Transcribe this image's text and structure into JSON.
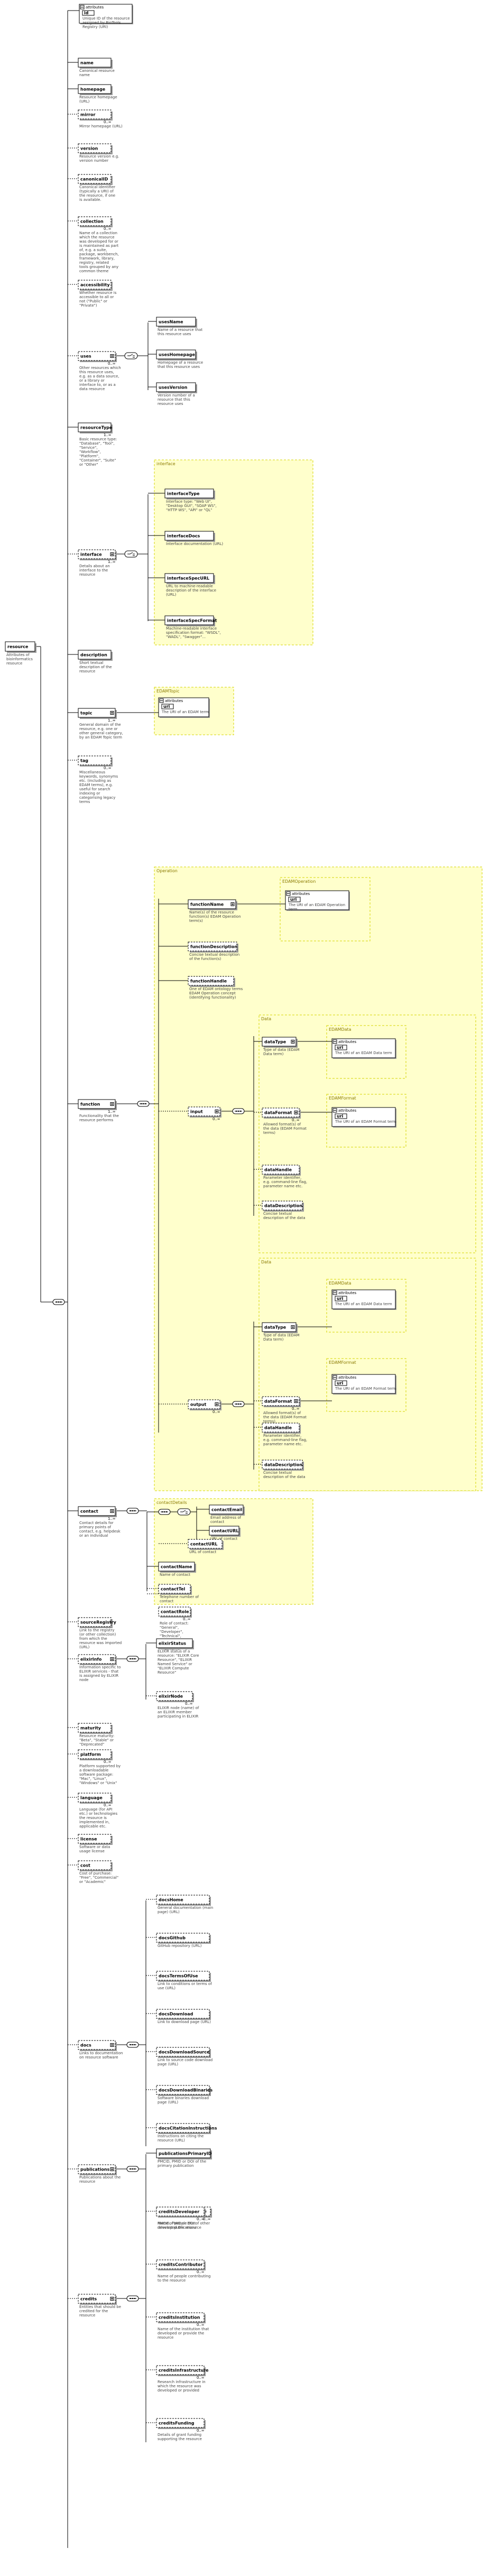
{
  "root": {
    "name": "resource",
    "doc": "Attributes of bioinformatics resource"
  },
  "attributes_label": "attributes",
  "top_attr": {
    "name": "id",
    "doc": "Unique ID of the resource assigned by BioTools Registry (URI)"
  },
  "elements": {
    "name": {
      "name": "name",
      "doc": "Canonical resource name"
    },
    "homepage": {
      "name": "homepage",
      "doc": "Resource homepage (URL)"
    },
    "mirror": {
      "name": "mirror",
      "doc": "Mirror homepage (URL)",
      "card": "0..∞"
    },
    "version": {
      "name": "version",
      "doc": "Resource version e.g. version number"
    },
    "canonicalID": {
      "name": "canonicalID",
      "doc": "Canonical identifier (typically a URI) of the resource, if one is available."
    },
    "collection": {
      "name": "collection",
      "doc": "Name of a collection which the resource was developed for or is maintained as part of, e.g. a suite, package, workbench, framework, library, registry, related tools grouped by any common theme",
      "card": "0..∞"
    },
    "accessibility": {
      "name": "accessibility",
      "doc": "Whether resource is accessible to all or not (\"Public\" or \"Private\")"
    },
    "uses": {
      "name": "uses",
      "doc": "Other resources which this resource uses, e.g. as a data source, or a library or interface to, or as a data resource",
      "card": "0..∞"
    },
    "resourceType": {
      "name": "resourceType",
      "doc": "Basic resource type: \"Database\", \"Tool\", \"Service\", \"Workflow\", \"Platform\", \"Container\", \"Suite\" or \"Other\"",
      "card": "1..∞"
    },
    "interface": {
      "name": "interface",
      "doc": "Details about an interface to the resource",
      "card": "1..∞"
    },
    "description": {
      "name": "description",
      "doc": "Short textual description of the resource"
    },
    "topic": {
      "name": "topic",
      "doc": "General domain of the resource, e.g. one or other general category, by an EDAM Topic term",
      "card": "1..∞"
    },
    "tag": {
      "name": "tag",
      "doc": "Miscellaneous keywords, synonyms etc. (including as EDAM terms), e.g. useful for search indexing or categorising legacy terms",
      "card": "0..∞"
    },
    "function": {
      "name": "function",
      "doc": "Functionality that the resource performs",
      "card": "1..∞"
    },
    "contact": {
      "name": "contact",
      "doc": "Contact details for primary points of contact, e.g. helpdesk or an individual",
      "card": "1..∞"
    },
    "sourceRegistry": {
      "name": "sourceRegistry",
      "doc": "Link to the registry (or other collection) from which the resource was imported (URL)"
    },
    "elixirInfo": {
      "name": "elixirInfo",
      "doc": "Information specific to ELIXIR services - that is assigned by ELIXIR node"
    },
    "maturity": {
      "name": "maturity",
      "doc": "Resource maturity: \"Beta\", \"Stable\" or \"Deprecated\""
    },
    "platform": {
      "name": "platform",
      "doc": "Platform supported by a downloadable software package: \"Mac\", \"Linux\", \"Windows\" or \"Unix\"",
      "card": "0..∞"
    },
    "language": {
      "name": "language",
      "doc": "Language (for API etc.) or technologies the resource is implemented in, applicable etc.",
      "card": "0..∞"
    },
    "license": {
      "name": "license",
      "doc": "Software or data usage license"
    },
    "cost": {
      "name": "cost",
      "doc": "Cost of purchase: \"Free\", \"Commercial\" or \"Academic\""
    },
    "docs": {
      "name": "docs",
      "doc": "Links to documentation on resource software"
    },
    "publications": {
      "name": "publications",
      "doc": "Publications about the resource"
    },
    "credits": {
      "name": "credits",
      "doc": "Entities that should be credited for the resource"
    }
  },
  "uses_children": [
    {
      "name": "usesName",
      "doc": "Name of a resource that this resource uses"
    },
    {
      "name": "usesHomepage",
      "doc": "Homepage of a resource that this resource uses"
    },
    {
      "name": "usesVersion",
      "doc": "Version number of a resource that this resource uses"
    }
  ],
  "interface_group": {
    "label": "interface",
    "children": [
      {
        "name": "interfaceType",
        "doc": "Interface type: \"Web UI\", \"Desktop GUI\", \"SOAP WS\", \"HTTP WS\", \"API\" or \"QL\""
      },
      {
        "name": "interfaceDocs",
        "doc": "Interface documentation (URL)"
      },
      {
        "name": "interfaceSpecURL",
        "doc": "URL to machine-readable description of the interface (URL)"
      },
      {
        "name": "interfaceSpecFormat",
        "doc": "Machine-readable interface specification format: \"WSDL\", \"WADL\", \"Swagger\"..."
      }
    ]
  },
  "topic_group": {
    "label": "EDAMTopic",
    "attr": "uri",
    "attr_doc": "The URI of an EDAM term"
  },
  "operation_group": {
    "label": "Operation",
    "edam_label": "EDAMOperation",
    "attr": "uri",
    "attr_doc": "The URI of an EDAM Operation term",
    "functionName": {
      "name": "functionName",
      "doc": "Name(s) of the resource function(s) EDAM Operation term(s)"
    },
    "functionDescription": {
      "name": "functionDescription",
      "doc": "Concise textual description of the function(s)"
    },
    "functionHandle": {
      "name": "functionHandle",
      "doc": "One of EDAM ontology terms EDAM Operation concept (identifying functionality)"
    },
    "input": {
      "name": "input",
      "card": "0..∞"
    },
    "output": {
      "name": "output",
      "card": "0..∞"
    }
  },
  "data_group": {
    "label": "Data",
    "dataType": {
      "name": "dataType",
      "doc": "Type of data (EDAM Data term)",
      "edam": "EDAMData",
      "attr_doc": "The URI of an EDAM Data term"
    },
    "dataFormat": {
      "name": "dataFormat",
      "doc": "Allowed format(s) of the data (EDAM Format terms)",
      "card": "0..∞",
      "edam": "EDAMFormat",
      "attr_doc": "The URI of an EDAM Format term"
    },
    "dataHandle": {
      "name": "dataHandle",
      "doc": "Parameter identifier, e.g. command-line flag, parameter name etc."
    },
    "dataDescription": {
      "name": "dataDescription",
      "doc": "Concise textual description of the data"
    }
  },
  "contact_group": {
    "label": "contactDetails",
    "contactEmail": {
      "name": "contactEmail",
      "doc": "Email address of contact"
    },
    "contactURL": {
      "name": "contactURL",
      "doc": "URL of contact"
    },
    "contactName": {
      "name": "contactName",
      "doc": "Name of contact"
    },
    "contactTel": {
      "name": "contactTel",
      "doc": "Telephone number of contact"
    },
    "contactRole": {
      "name": "contactRole",
      "doc": "Role of contact: \"General\", \"Developer\", \"Technical\", \"Scientific\", \"Helpdesk\" or \"Maintainer\"",
      "card": "0..∞"
    }
  },
  "elixir_children": [
    {
      "name": "elixirStatus",
      "doc": "ELIXIR status of a resource: \"ELIXIR Core Resource\", \"ELIXIR Named Service\" or \"ELIXIR Compute Resource\""
    },
    {
      "name": "elixirNode",
      "doc": "ELIXIR node (name) of an ELIXIR member participating in ELIXIR",
      "card": "0..∞"
    }
  ],
  "docs_children": [
    {
      "name": "docsHome",
      "doc": "General documentation (main page) (URL)"
    },
    {
      "name": "docsGithub",
      "doc": "GitHub repository (URL)"
    },
    {
      "name": "docsTermsOfUse",
      "doc": "Link to conditions or terms of use (URL)"
    },
    {
      "name": "docsDownload",
      "doc": "Link to download page (URL)"
    },
    {
      "name": "docsDownloadSource",
      "doc": "Link to source code download page (URL)"
    },
    {
      "name": "docsDownloadBinaries",
      "doc": "Software binaries download page (URL)"
    },
    {
      "name": "docsCitationInstructions",
      "doc": "Instructions on citing the resource (URL)"
    }
  ],
  "publications_children": [
    {
      "name": "publicationsPrimaryID",
      "doc": "PMCID, PMID or DOI of the primary publication"
    },
    {
      "name": "publicationsOtherID",
      "doc": "PMCID, PMID or DOI of other relevant publications",
      "card": "0..∞"
    }
  ],
  "credits_children": [
    {
      "name": "creditsDeveloper",
      "doc": "Name of people that developed the resource",
      "card": "0..∞"
    },
    {
      "name": "creditsContributor",
      "doc": "Name of people contributing to the resource",
      "card": "0..∞"
    },
    {
      "name": "creditsInstitution",
      "doc": "Name of the institution that developed or provide the resource",
      "card": "0..∞"
    },
    {
      "name": "creditsInfrastructure",
      "doc": "Research infrastructure in which the resource was developed or provided",
      "card": "0..∞"
    },
    {
      "name": "creditsFunding",
      "doc": "Details of grant funding supporting the resource",
      "card": "0..∞"
    }
  ]
}
